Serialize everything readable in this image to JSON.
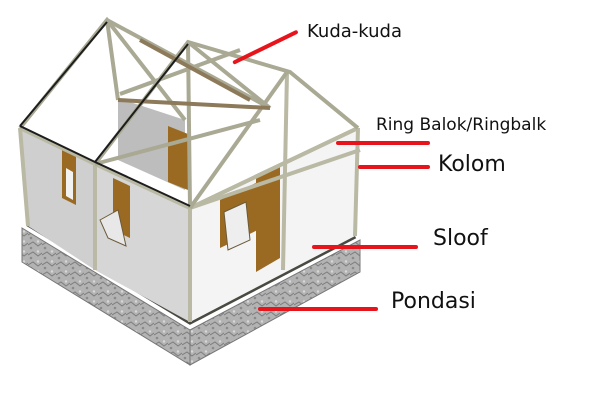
{
  "diagram": {
    "subject": "house-structure-components",
    "labels": [
      {
        "id": "kuda-kuda",
        "text": "Kuda-kuda"
      },
      {
        "id": "ring-balok",
        "text": "Ring Balok/Ringbalk"
      },
      {
        "id": "kolom",
        "text": "Kolom"
      },
      {
        "id": "sloof",
        "text": "Sloof"
      },
      {
        "id": "pondasi",
        "text": "Pondasi"
      }
    ],
    "colors": {
      "leader_line": "#e8141c",
      "frame": "#b9b9a4",
      "wall": "#d9d9d9",
      "wood": "#9a6a22",
      "foundation": "#a8a8a8"
    }
  }
}
